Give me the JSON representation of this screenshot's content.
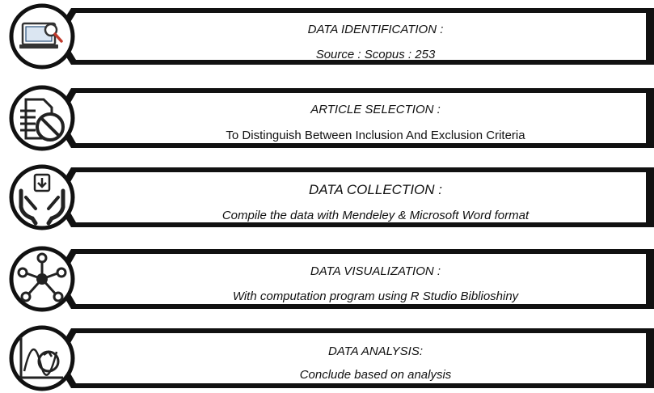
{
  "steps": [
    {
      "title": "DATA IDENTIFICATION :",
      "detail": "Source : Scopus : 253",
      "icon": "laptop-search-icon",
      "italic": true
    },
    {
      "title": "ARTICLE SELECTION :",
      "detail": "To Distinguish Between Inclusion And Exclusion Criteria",
      "icon": "document-exclude-icon",
      "italic": false
    },
    {
      "title": "DATA COLLECTION :",
      "detail": "Compile the data with Mendeley  & Microsoft Word format",
      "icon": "hands-download-icon",
      "italic": true
    },
    {
      "title": "DATA VISUALIZATION :",
      "detail": "With computation program using R Studio Biblioshiny",
      "icon": "network-nodes-icon",
      "italic": true
    },
    {
      "title": "DATA  ANALYSIS:",
      "detail": "Conclude based on analysis",
      "icon": "chart-analysis-icon",
      "italic": true
    }
  ],
  "colors": {
    "frame": "#111111",
    "background": "#ffffff",
    "accent": "#c0392b",
    "screen": "#2a4f7a"
  }
}
